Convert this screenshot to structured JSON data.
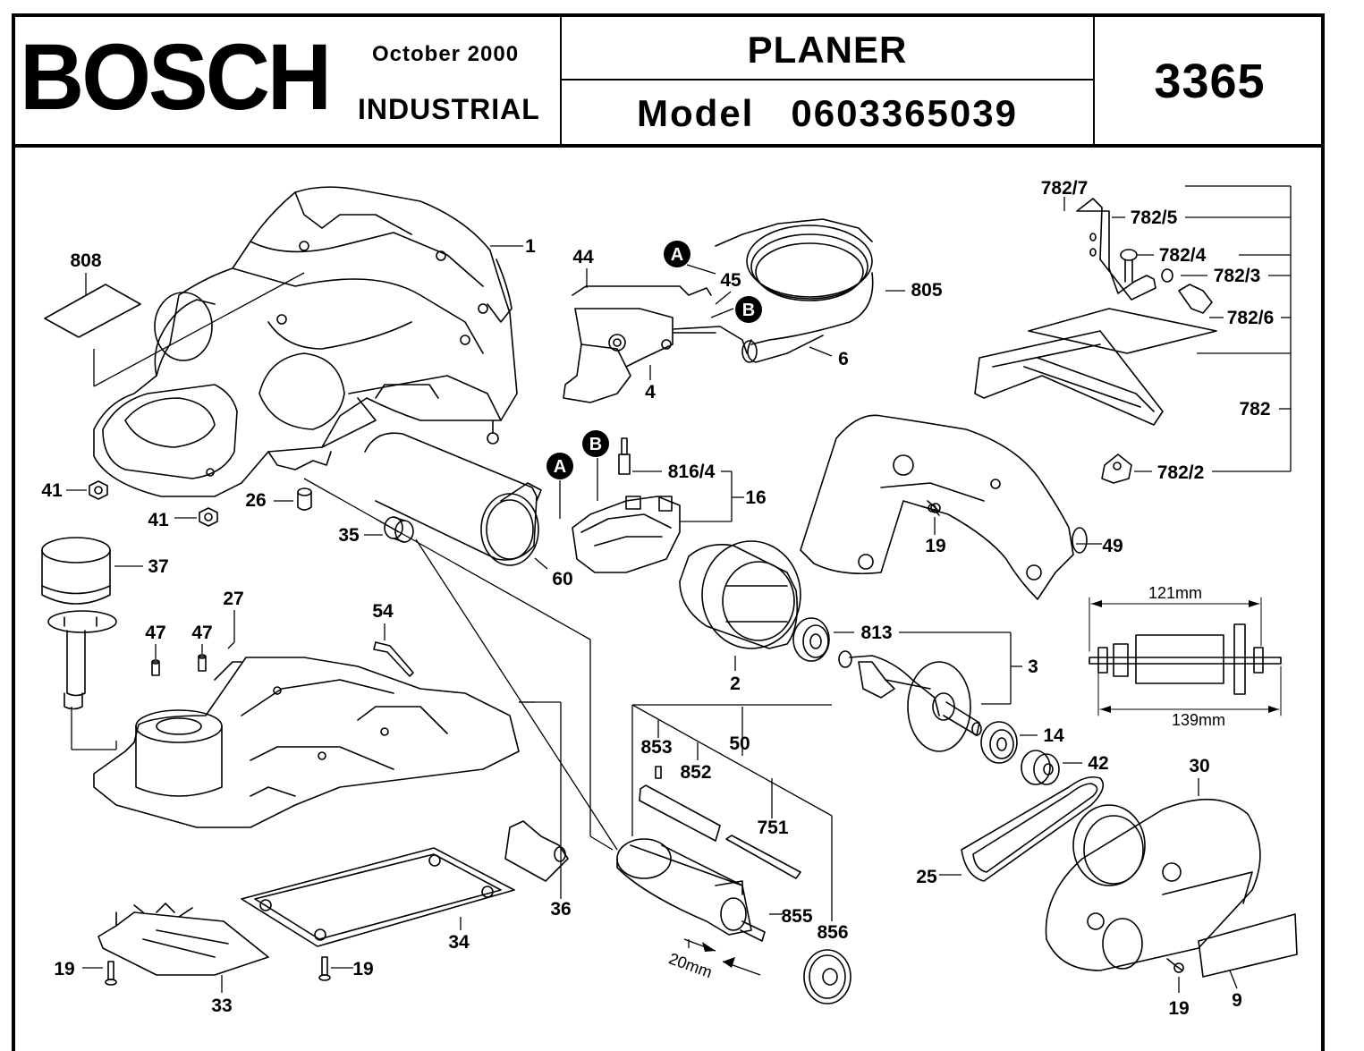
{
  "header": {
    "brand": "BOSCH",
    "date": "October  2000",
    "division": "INDUSTRIAL",
    "tool_name": "PLANER",
    "model_label": "Model",
    "model_number": "0603365039",
    "document_number": "3365"
  },
  "part_labels": [
    "1",
    "808",
    "44",
    "45",
    "805",
    "6",
    "4",
    "782/7",
    "782/5",
    "782/4",
    "782/3",
    "782/6",
    "782",
    "782/2",
    "41",
    "41",
    "26",
    "35",
    "60",
    "816/4",
    "16",
    "19",
    "49",
    "37",
    "27",
    "47",
    "47",
    "54",
    "2",
    "813",
    "3",
    "14",
    "42",
    "30",
    "853",
    "852",
    "50",
    "751",
    "25",
    "36",
    "34",
    "855",
    "856",
    "19",
    "19",
    "33",
    "19",
    "9"
  ],
  "callouts": {
    "a1": "A",
    "b1": "B",
    "a2": "A",
    "b2": "B"
  },
  "dimensions": {
    "length_121": "121mm",
    "length_139": "139mm",
    "length_20": "20mm"
  }
}
